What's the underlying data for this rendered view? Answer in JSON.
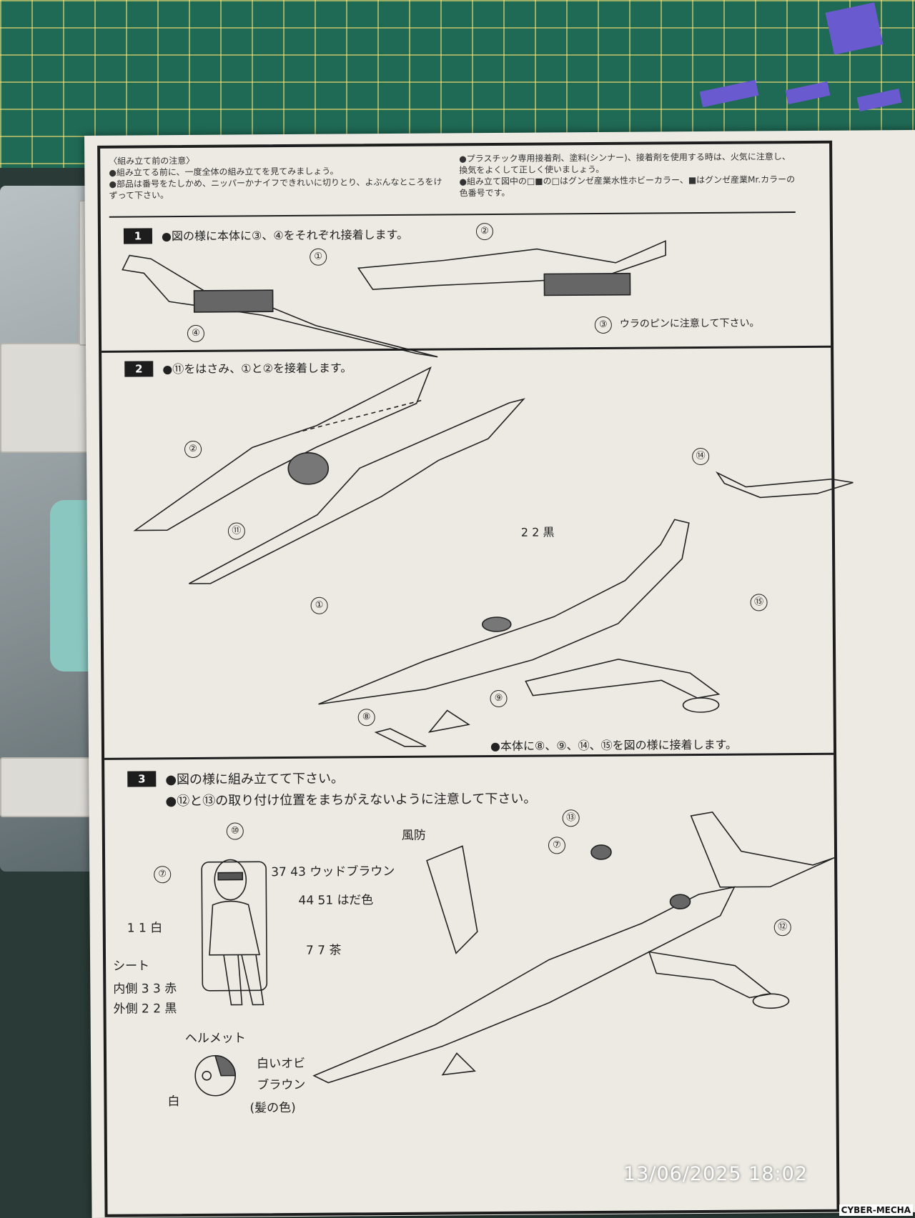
{
  "notes": {
    "left": [
      "〈組み立て前の注意〉",
      "●組み立てる前に、一度全体の組み立てを見てみましょう。",
      "●部品は番号をたしかめ、ニッパーかナイフできれいに切りとり、よぶんなところをけずって下さい。"
    ],
    "right": [
      "●プラスチック専用接着剤、塗料(シンナー)、接着剤を使用する時は、火気に注意し、換気をよくして正しく使いましょう。",
      "●組み立て図中の□■の□はグンゼ産業水性ホビーカラー、■はグンゼ産業Mr.カラーの色番号です。"
    ]
  },
  "step1": {
    "badge": "1",
    "instruction": "●図の様に本体に③、④をそれぞれ接着します。",
    "parts": [
      "①",
      "②",
      "③",
      "④"
    ],
    "note": "ウラのピンに注意して下さい。"
  },
  "step2": {
    "badge": "2",
    "instruction": "●⑪をはさみ、①と②を接着します。",
    "parts": [
      "②",
      "⑪",
      "①",
      "⑭",
      "⑮",
      "⑨",
      "⑧"
    ],
    "color_label": "2 2 黒",
    "instruction2": "●本体に⑧、⑨、⑭、⑮を図の様に接着します。"
  },
  "step3": {
    "badge": "3",
    "instruction": "●図の様に組み立てて下さい。",
    "instruction2": "●⑫と⑬の取り付け位置をまちがえないように注意して下さい。",
    "parts": [
      "⑩",
      "⑦",
      "⑬",
      "⑦",
      "⑫"
    ],
    "colors": [
      {
        "code": "37 43",
        "name": "ウッドブラウン"
      },
      {
        "code": "44 51",
        "name": "はだ色"
      },
      {
        "code": "1 1",
        "name": "白"
      },
      {
        "code": "7 7",
        "name": "茶"
      }
    ],
    "seat_label": "シート",
    "inner": "内側 3 3 赤",
    "outer": "外側 2 2 黒",
    "windshield": "風防",
    "helmet": "ヘルメット",
    "white_stripe": "白いオビ",
    "white": "白",
    "brown": "ブラウン",
    "hair": "(髪の色)"
  },
  "timestamp": "13/06/2025  18:02",
  "watermark": "CYBER-MECHA"
}
